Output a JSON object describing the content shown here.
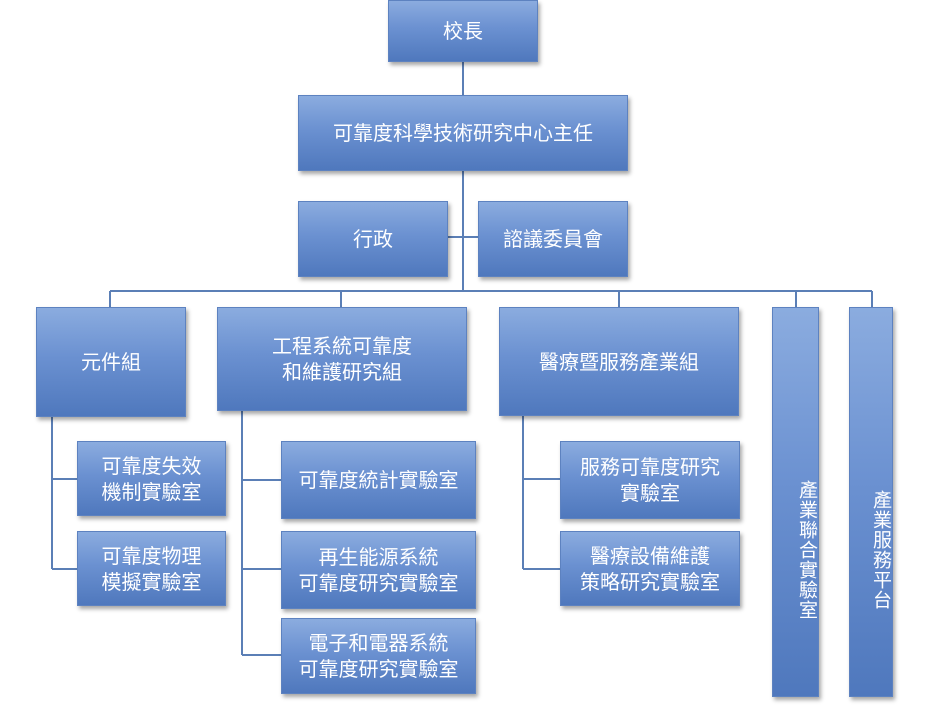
{
  "org_chart": {
    "principal": "校長",
    "director": "可靠度科學技術研究中心主任",
    "admin": "行政",
    "advisory_committee": "諮議委員會",
    "component_group": "元件組",
    "engineering_group": "工程系統可靠度\n和維護研究組",
    "medical_group": "醫療暨服務產業組",
    "industry_joint_lab": "產業聯合實驗室",
    "industry_service_platform": "產業服務平台",
    "failure_mechanism_lab": "可靠度失效\n機制實驗室",
    "physics_simulation_lab": "可靠度物理\n模擬實驗室",
    "statistics_lab": "可靠度統計實驗室",
    "renewable_energy_lab": "再生能源系統\n可靠度研究實驗室",
    "electronics_lab": "電子和電器系統\n可靠度研究實驗室",
    "service_reliability_lab": "服務可靠度研究\n實驗室",
    "medical_equipment_lab": "醫療設備維護\n策略研究實驗室"
  }
}
